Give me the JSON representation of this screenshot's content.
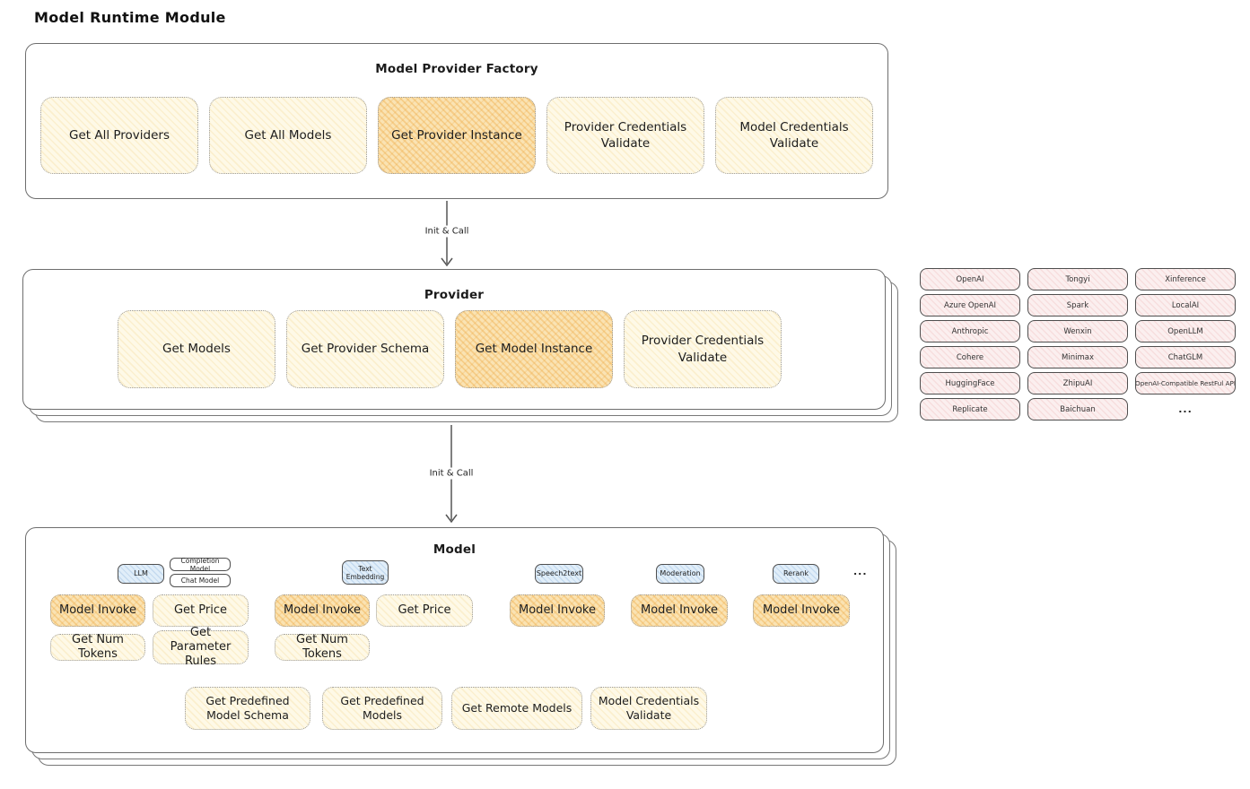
{
  "page_title": "Model Runtime Module",
  "colors": {
    "yellow_box": "#FEF9E7",
    "orange_highlight": "#FAE3B3",
    "pink_chip": "#FBEFEF",
    "blue_tag": "#E1EEF9",
    "panel_border": "#6E6E6E",
    "ink": "#1F1F1F"
  },
  "factory": {
    "title": "Model Provider Factory",
    "buttons": [
      "Get All Providers",
      "Get All Models",
      "Get Provider Instance",
      "Provider Credentials Validate",
      "Model Credentials Validate"
    ]
  },
  "arrows": {
    "first": "Init & Call",
    "second": "Init & Call"
  },
  "provider": {
    "title": "Provider",
    "buttons": [
      "Get Models",
      "Get Provider Schema",
      "Get Model Instance",
      "Provider Credentials Validate"
    ]
  },
  "providers_panel": {
    "chips": [
      "OpenAI",
      "Tongyi",
      "Xinference",
      "Azure OpenAI",
      "Spark",
      "LocalAI",
      "Anthropic",
      "Wenxin",
      "OpenLLM",
      "Cohere",
      "Minimax",
      "ChatGLM",
      "HuggingFace",
      "ZhipuAI",
      "OpenAI-Compatible RestFul API",
      "Replicate",
      "Baichuan"
    ],
    "more_label": "..."
  },
  "model": {
    "title": "Model",
    "type_tags": [
      "LLM",
      "Completion Model",
      "Chat Model",
      "Text Embedding",
      "Speech2text",
      "Moderation",
      "Rerank"
    ],
    "more_label": "...",
    "ops_row1": [
      "Model Invoke",
      "Get Price",
      "Model Invoke",
      "Get Price",
      "Model Invoke",
      "Model Invoke",
      "Model Invoke"
    ],
    "ops_row2": [
      "Get Num Tokens",
      "Get Parameter Rules",
      "Get Num Tokens"
    ],
    "bottom_ops": [
      "Get Predefined Model Schema",
      "Get Predefined Models",
      "Get Remote Models",
      "Model Credentials Validate"
    ]
  }
}
